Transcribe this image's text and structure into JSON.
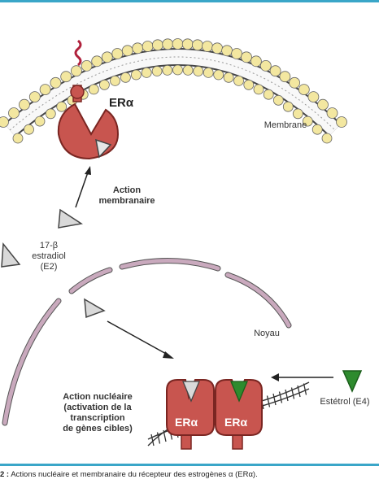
{
  "labels": {
    "era_membrane": "ERα",
    "membrane": "Membrane",
    "action_membranaire": [
      "Action",
      "membranaire"
    ],
    "estradiol": [
      "17-β",
      "estradiol",
      "(E2)"
    ],
    "noyau": "Noyau",
    "action_nucleaire": [
      "Action nucléaire",
      "(activation de la",
      "transcription",
      "de gènes cibles)"
    ],
    "estetrol": "Estétrol (E4)",
    "era_dimer_left": "ERα",
    "era_dimer_right": "ERα"
  },
  "caption": {
    "prefix": "2 :",
    "text": "Actions nucléaire et membranaire du récepteur des estrogènes α (ERα)."
  },
  "colors": {
    "receptor": "#c8554f",
    "receptor_dark": "#8e2f2b",
    "lipid_head": "#f3e7a0",
    "nuclear_envelope": "#c9a9bd",
    "estetrol": "#2e8b2e",
    "estradiol": "#d9d9d9",
    "rule": "#3aa6c8"
  },
  "icons": [
    "estradiol-triangle-icon",
    "estetrol-triangle-icon",
    "dna-helix-icon"
  ]
}
